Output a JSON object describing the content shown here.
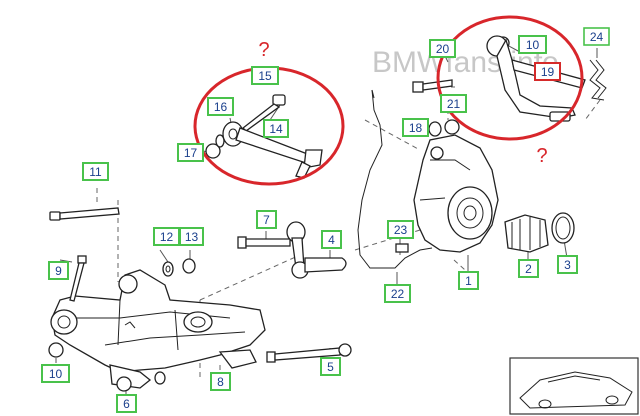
{
  "watermark": "BMWfans.info",
  "question_marks": [
    "?",
    "?"
  ],
  "callouts": [
    {
      "id": "1",
      "label": "1"
    },
    {
      "id": "2",
      "label": "2"
    },
    {
      "id": "3",
      "label": "3"
    },
    {
      "id": "4",
      "label": "4"
    },
    {
      "id": "5",
      "label": "5"
    },
    {
      "id": "6",
      "label": "6"
    },
    {
      "id": "7",
      "label": "7"
    },
    {
      "id": "8",
      "label": "8"
    },
    {
      "id": "9",
      "label": "9"
    },
    {
      "id": "10a",
      "label": "10"
    },
    {
      "id": "10b",
      "label": "10"
    },
    {
      "id": "11",
      "label": "11"
    },
    {
      "id": "12",
      "label": "12"
    },
    {
      "id": "13",
      "label": "13"
    },
    {
      "id": "14",
      "label": "14"
    },
    {
      "id": "15",
      "label": "15"
    },
    {
      "id": "16",
      "label": "16"
    },
    {
      "id": "17",
      "label": "17"
    },
    {
      "id": "18",
      "label": "18"
    },
    {
      "id": "19",
      "label": "19"
    },
    {
      "id": "20",
      "label": "20"
    },
    {
      "id": "21",
      "label": "21"
    },
    {
      "id": "22",
      "label": "22"
    },
    {
      "id": "23",
      "label": "23"
    },
    {
      "id": "24",
      "label": "24"
    }
  ],
  "colors": {
    "callout_border": "#49c24b",
    "highlight_border": "#d52a2a",
    "annotation": "#d8262b",
    "callout_text": "#1a3f8c"
  }
}
